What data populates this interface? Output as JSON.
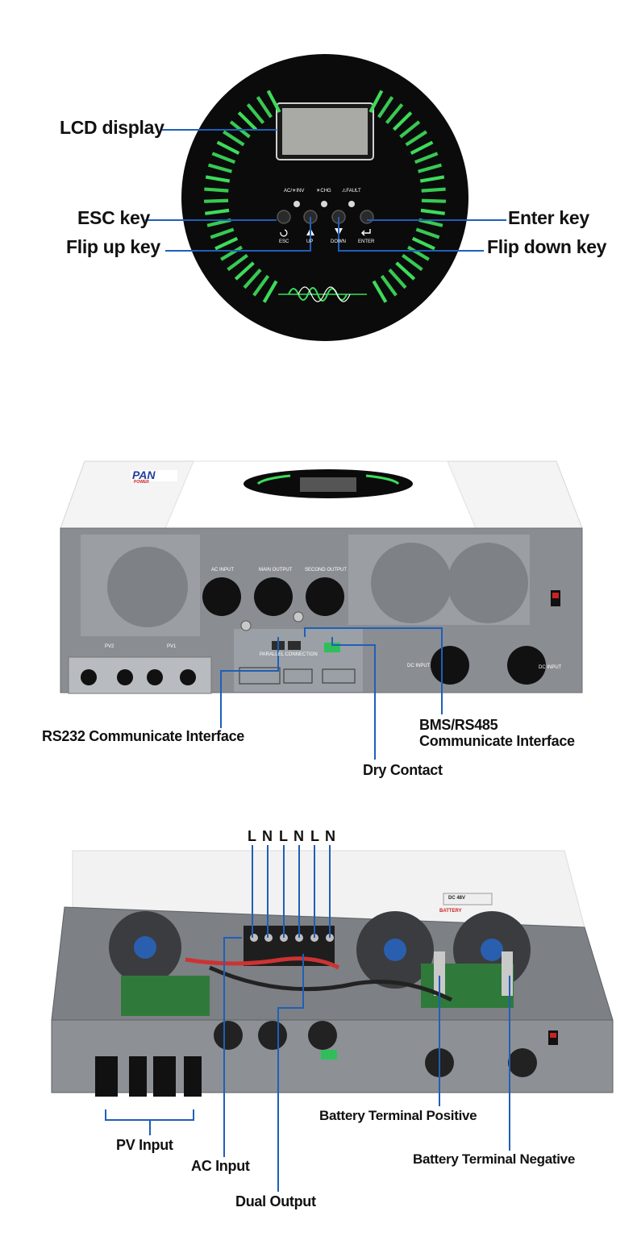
{
  "panel": {
    "indicators": [
      "AC/☀INV",
      "☀CHG",
      "⚠FAULT"
    ],
    "button_labels": [
      "ESC",
      "UP",
      "DOWN",
      "ENTER"
    ]
  },
  "callouts_front": {
    "lcd": "LCD display",
    "esc": "ESC key",
    "flip_up": "Flip up key",
    "enter": "Enter key",
    "flip_down": "Flip down key"
  },
  "rear": {
    "brand": "PAN",
    "brand_sub": "POWER",
    "ports": [
      "AC INPUT",
      "MAIN OUTPUT",
      "SECOND OUTPUT"
    ],
    "pv_labels": [
      "PV2",
      "PV1"
    ],
    "parallel": "PARALLEL CONNECTION",
    "dc_input": "DC INPUT",
    "callouts": {
      "rs232": "RS232 Communicate Interface",
      "bms_line1": "BMS/RS485",
      "bms_line2": "Communicate Interface",
      "dry": "Dry Contact"
    }
  },
  "internal": {
    "terminal_letters": [
      "L",
      "N",
      "L",
      "N",
      "L",
      "N"
    ],
    "dc_tag": "DC 48V",
    "battery_tag": "BATTERY",
    "callouts": {
      "pv_input": "PV Input",
      "ac_input": "AC Input",
      "dual_output": "Dual Output",
      "bat_pos": "Battery Terminal Positive",
      "bat_neg": "Battery Terminal Negative"
    }
  },
  "colors": {
    "callout_line": "#1f5fb8",
    "led_green": "#3ddc5a",
    "panel_black": "#0b0b0b",
    "chassis_grey": "#8a8d92"
  }
}
